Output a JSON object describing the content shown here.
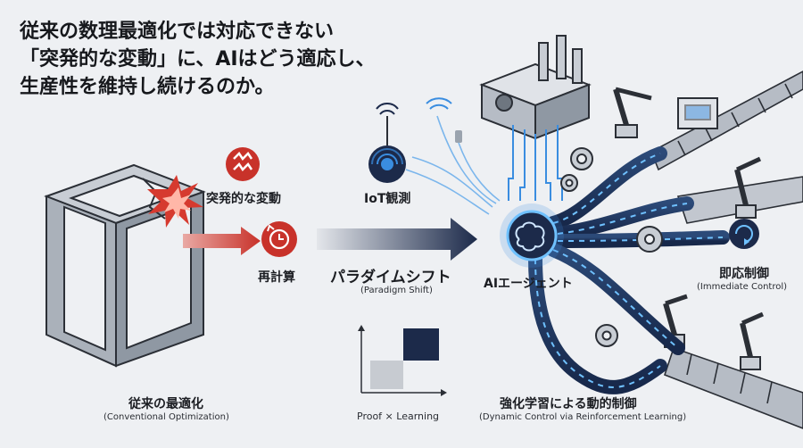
{
  "title_lines": [
    "従来の数理最適化では対応できない",
    "「突発的な変動」に、AIはどう適応し、",
    "生産性を維持し続けるのか。"
  ],
  "labels": {
    "sudden_change": "突発的な変動",
    "recalc": "再計算",
    "iot": "IoT観測",
    "paradigm_jp": "パラダイムシフト",
    "paradigm_en": "(Paradigm Shift)",
    "agent": "AIエージェント",
    "immediate_jp": "即応制御",
    "immediate_en": "(Immediate Control)",
    "conventional_jp": "従来の最適化",
    "conventional_en": "(Conventional Optimization)",
    "proof_learning": "Proof × Learning",
    "dynamic_jp": "強化学習による動的制御",
    "dynamic_en": "(Dynamic Control via Reinforcement Learning)"
  },
  "colors": {
    "accent_red": "#c8322a",
    "navy": "#1c2a4a",
    "glow_blue": "#3a8de0",
    "steel": "#9aa3ae"
  }
}
